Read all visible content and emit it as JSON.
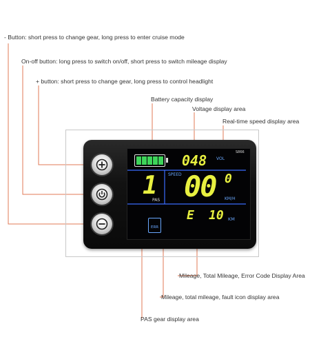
{
  "labels": {
    "minus_button": "- Button: short press to change gear, long press to enter cruise mode",
    "onoff_button": "On-off button: long press to switch on/off, short press to switch mileage display",
    "plus_button": "+ button: short press to change gear, long press to control headlight",
    "battery": "Battery capacity display",
    "voltage": "Voltage display area",
    "speed": "Real-time speed display area",
    "mileage_error": "Mileage, Total Mileage, Error Code Display Area",
    "mileage_fault": "Mileage, total mileage, fault icon display area",
    "pas": "PAS gear display area"
  },
  "display": {
    "model": "S866",
    "voltage_value": "048",
    "voltage_unit": "VOL",
    "speed_label": "SPEED",
    "speed_value": "00",
    "speed_decimal": "0",
    "speed_unit": "KM/H",
    "pas_value": "1",
    "pas_label": "PAS",
    "err_label": "ERR",
    "mode_letter": "E",
    "distance_value": "10",
    "distance_unit": "KM",
    "battery_bars": 5
  },
  "colors": {
    "leader_line": "#e07a55",
    "segment_yellow": "#e8f040",
    "battery_green": "#3ed45a",
    "divider_blue": "#3a6cff",
    "accent_blue": "#6aa8ff"
  },
  "icons": [
    "plus-icon",
    "power-icon",
    "minus-icon",
    "battery-icon"
  ]
}
